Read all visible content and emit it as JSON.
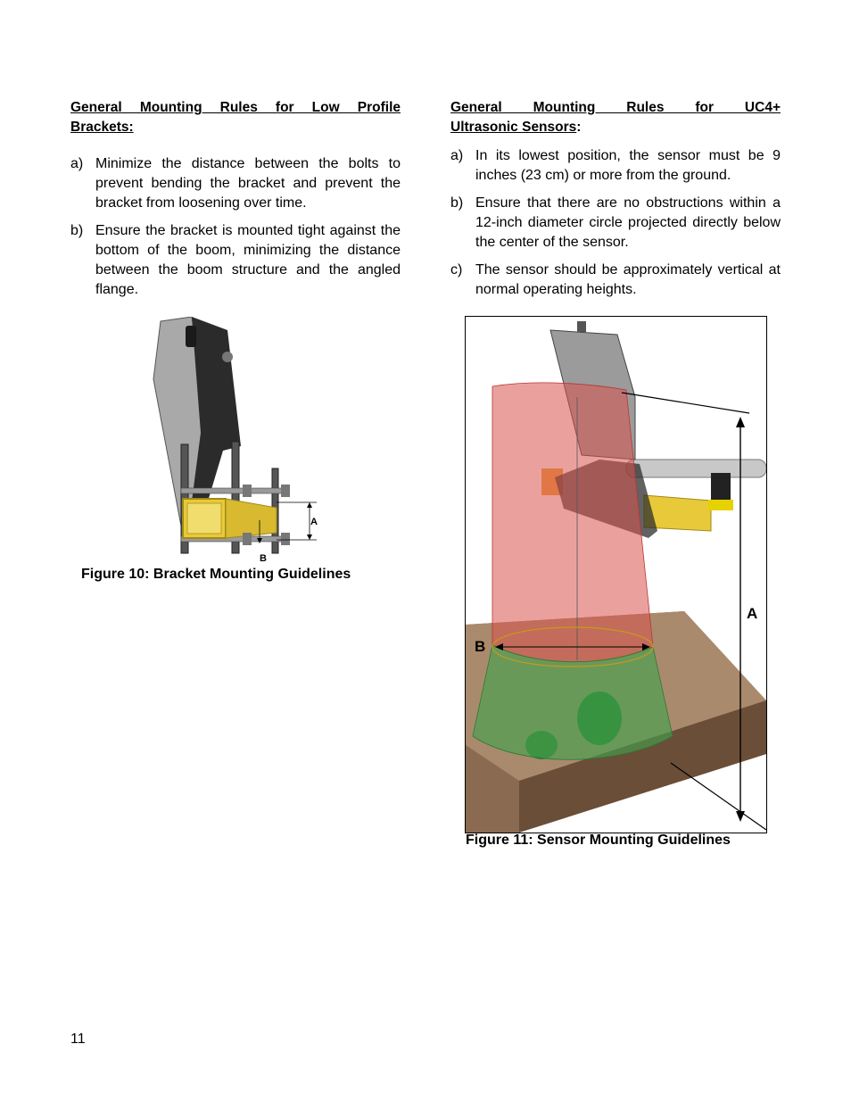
{
  "left_section": {
    "heading_line1": "General Mounting Rules for Low Profile",
    "heading_line2": "Brackets:",
    "items": [
      {
        "marker": "a)",
        "text": "Minimize the distance between the bolts to prevent bending the bracket and prevent the bracket from loosening over time."
      },
      {
        "marker": "b)",
        "text": "Ensure the bracket is mounted tight against the bottom of the boom, minimizing the distance between the boom structure and the angled flange."
      }
    ]
  },
  "right_section": {
    "heading_line1": "General Mounting Rules for UC4+",
    "heading_line2_underlined": "Ultrasonic Sensors",
    "heading_line2_suffix": ":",
    "items": [
      {
        "marker": "a)",
        "text": "In its lowest position, the sensor must be 9 inches (23 cm) or more from the ground."
      },
      {
        "marker": "b)",
        "text": "Ensure that there are no obstructions within a 12-inch diameter circle projected directly below the center of the sensor."
      },
      {
        "marker": "c)",
        "text": "The sensor should be approximately vertical at normal operating heights."
      }
    ]
  },
  "figure10": {
    "caption": "Figure 10: Bracket Mounting Guidelines",
    "label_a": "A",
    "label_b": "B"
  },
  "figure11": {
    "caption": "Figure 11: Sensor Mounting Guidelines",
    "label_a": "A",
    "label_b": "B"
  },
  "page_number": "11",
  "colors": {
    "bracket_yellow": "#e8c93a",
    "cone_red": "#d9534f",
    "cone_green": "#3fa34d",
    "ground_brown": "#8a6a50"
  }
}
